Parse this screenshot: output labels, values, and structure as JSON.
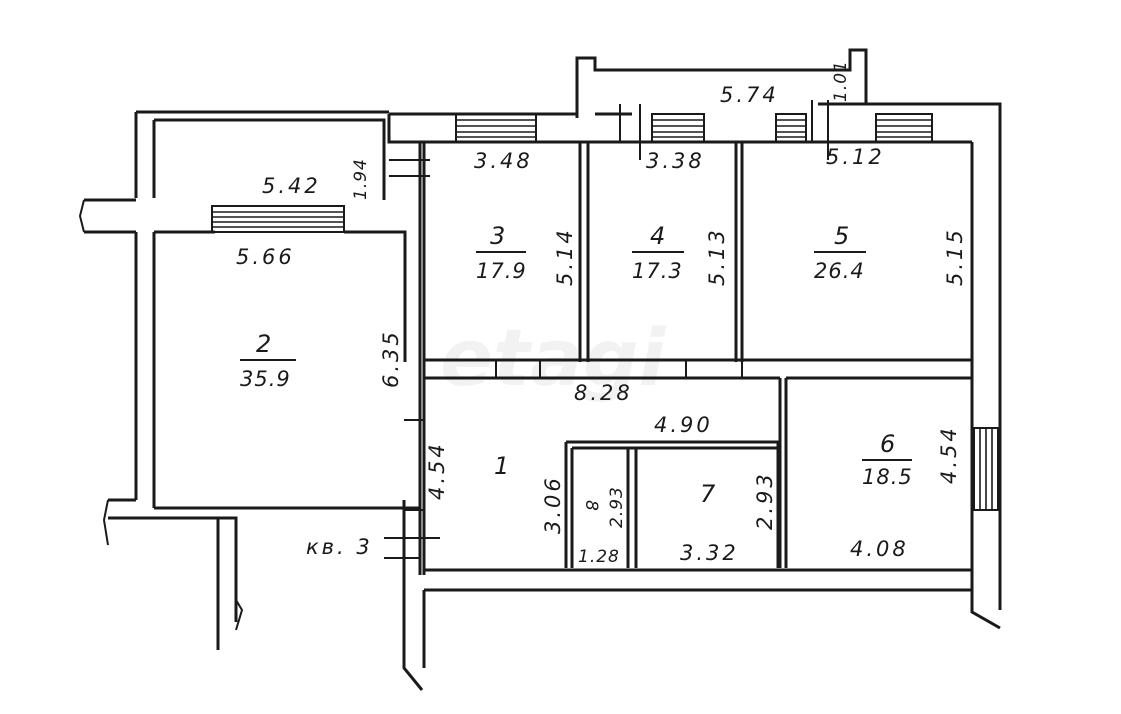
{
  "watermark": "etagi",
  "apartment_label": "кв. 3",
  "rooms": [
    {
      "id": "1",
      "number": "1",
      "area": ""
    },
    {
      "id": "2",
      "number": "2",
      "area": "35.9"
    },
    {
      "id": "3",
      "number": "3",
      "area": "17.9"
    },
    {
      "id": "4",
      "number": "4",
      "area": "17.3"
    },
    {
      "id": "5",
      "number": "5",
      "area": "26.4"
    },
    {
      "id": "6",
      "number": "6",
      "area": "18.5"
    },
    {
      "id": "7",
      "number": "7",
      "area": ""
    },
    {
      "id": "8",
      "number": "8",
      "area": ""
    }
  ],
  "dimensions": {
    "balcony_left_width": "5.42",
    "balcony_left_depth": "1.94",
    "balcony_top_width": "5.74",
    "balcony_top_depth": "1.01",
    "room2_width": "5.66",
    "room2_depth": "6.35",
    "room3_width": "3.48",
    "room3_depth": "5.14",
    "room4_width": "3.38",
    "room4_depth": "5.13",
    "room5_width": "5.12",
    "room5_depth": "5.15",
    "hall_length": "8.28",
    "hall_depth": "4.54",
    "bath_block_width": "4.90",
    "room8_depth_a": "3.06",
    "room8_depth_b": "2.93",
    "room8_width": "1.28",
    "room7_width": "3.32",
    "room7_depth": "2.93",
    "room6_width": "4.08",
    "room6_depth": "4.54"
  }
}
